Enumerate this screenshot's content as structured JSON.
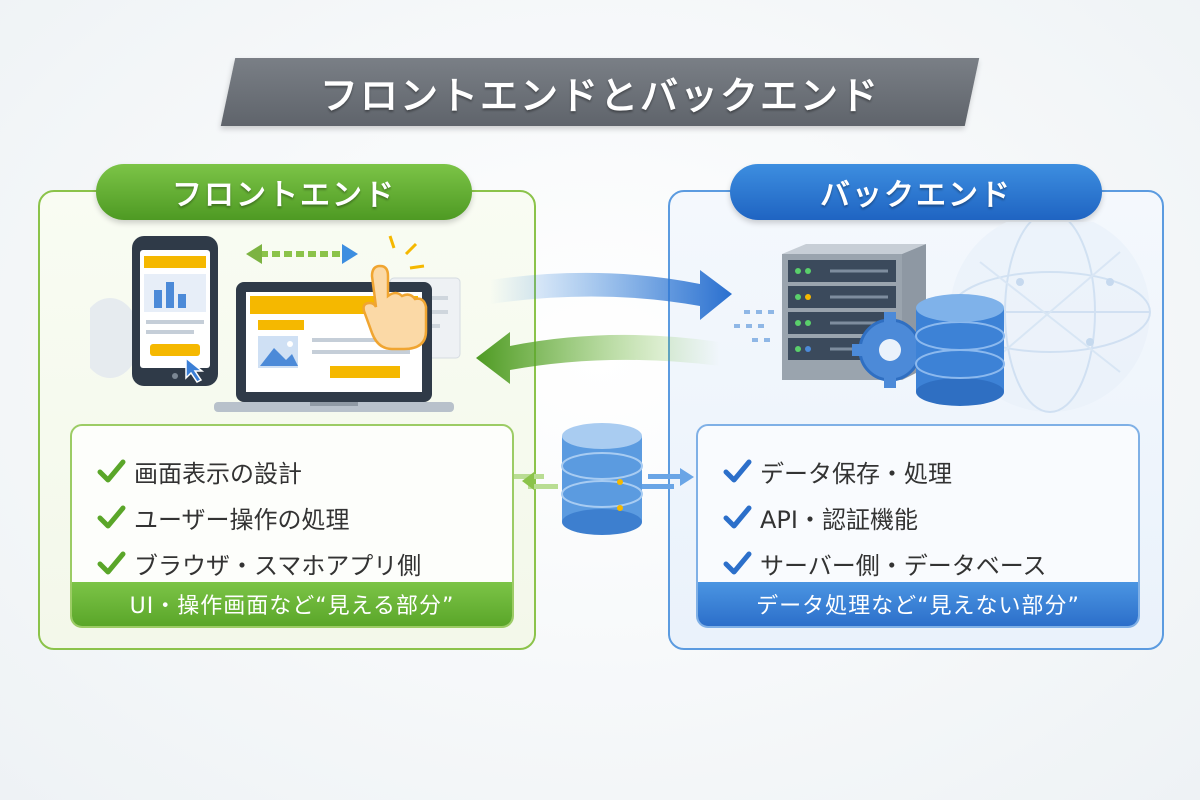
{
  "title": "フロントエンドとバックエンド",
  "frontend": {
    "header": "フロントエンド",
    "items": [
      {
        "label": "画面表示の設計"
      },
      {
        "label": "ユーザー操作の処理"
      },
      {
        "label": "ブラウザ・スマホアプリ側"
      }
    ],
    "footer": "UI・操作画面など“見える部分”"
  },
  "backend": {
    "header": "バックエンド",
    "items": [
      {
        "label": "データ保存・処理"
      },
      {
        "label": "API・認証機能"
      },
      {
        "label": "サーバー側・データベース"
      }
    ],
    "footer": "データ処理など“見えない部分”"
  },
  "icons": {
    "frontend": [
      "smartphone-icon",
      "laptop-icon",
      "pointer-hand-icon",
      "double-arrow-icon"
    ],
    "backend": [
      "server-rack-icon",
      "database-icon",
      "gear-icon",
      "globe-network-icon"
    ],
    "flow": [
      "arrow-right-blue",
      "arrow-left-green",
      "database-connector-icon"
    ]
  },
  "colors": {
    "frontend_accent": "#5aa629",
    "backend_accent": "#2c6fca",
    "title_banner": "#6a6f76",
    "check_green": "#5aa629",
    "check_blue": "#2c6fca"
  }
}
